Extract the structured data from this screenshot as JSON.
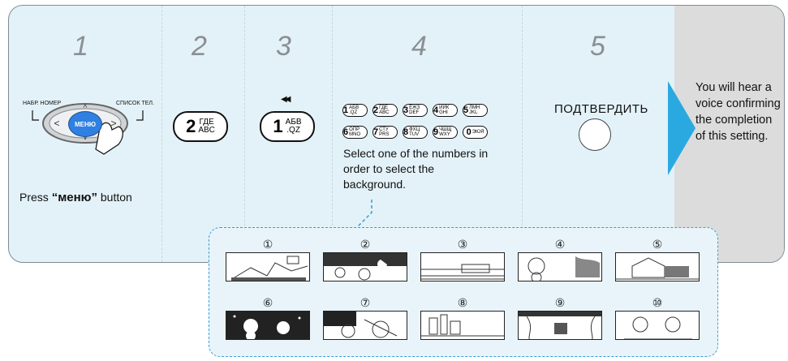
{
  "steps": [
    {
      "num": "1"
    },
    {
      "num": "2"
    },
    {
      "num": "3"
    },
    {
      "num": "4"
    },
    {
      "num": "5"
    }
  ],
  "step1": {
    "left_label": "НАБР. НОМЕР",
    "right_label": "СПИСОК ТЕЛ.",
    "menu_label": "МЕНЮ",
    "caption_prefix": "Press ",
    "caption_key": "“меню”",
    "caption_suffix": " button"
  },
  "step2": {
    "digit": "2",
    "letters_top": "ГДЕ",
    "letters_bottom": "ABC"
  },
  "step3": {
    "digit": "1",
    "letters_top": "АБВ",
    "letters_bottom": ".QZ",
    "symbol": "◀◀"
  },
  "step4": {
    "keys_row1": [
      {
        "digit": "1",
        "letters": "АБВ .QZ"
      },
      {
        "digit": "2",
        "letters": "ГДЕ ABC"
      },
      {
        "digit": "3",
        "letters": "ЁЖЗ DEF"
      },
      {
        "digit": "4",
        "letters": "ИЙК GHI"
      },
      {
        "digit": "5",
        "letters": "ЛМН JKL"
      }
    ],
    "keys_row2": [
      {
        "digit": "6",
        "letters": "ОПР MNO"
      },
      {
        "digit": "7",
        "letters": "СТУ PRS"
      },
      {
        "digit": "8",
        "letters": "ФХЦ TUV"
      },
      {
        "digit": "9",
        "letters": "ЧШЩ WXY"
      },
      {
        "digit": "0",
        "letters": "ЭЮЯ"
      }
    ],
    "caption": "Select one of the numbers in order to select the background."
  },
  "step5": {
    "label": "ПОДТВЕРДИТЬ"
  },
  "final_text": "You will hear a voice confirming the completion of this setting.",
  "backgrounds": [
    {
      "num": "①"
    },
    {
      "num": "②"
    },
    {
      "num": "③"
    },
    {
      "num": "④"
    },
    {
      "num": "⑤"
    },
    {
      "num": "⑥"
    },
    {
      "num": "⑦"
    },
    {
      "num": "⑧"
    },
    {
      "num": "⑨"
    },
    {
      "num": "⑩"
    }
  ],
  "colors": {
    "accent": "#2aa9e0",
    "panel": "#e3f2f8",
    "end_panel": "#dcdcdc",
    "menu_button": "#2f80e0"
  }
}
